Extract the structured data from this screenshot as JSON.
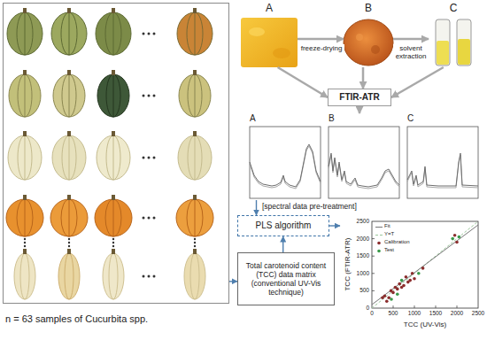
{
  "diagram": {
    "nodes": [
      {
        "text": [
          "n = 63 samples of Cucurbita spp."
        ]
      },
      {
        "text": [
          "A"
        ]
      },
      {
        "text": [
          "B"
        ]
      },
      {
        "text": [
          "C"
        ]
      },
      {
        "text": [
          "FTIR-ATR"
        ]
      },
      {
        "text": [
          "A",
          "B",
          "C"
        ]
      },
      {
        "text": [
          "PLS algorithm"
        ]
      },
      {
        "text": [
          "Total carotenoid content (TCC) data matrix (conventional UV-Vis technique)"
        ]
      },
      {
        "text": [
          "TCC (FTIR-ATR)",
          "TCC (UV-Vis)"
        ]
      }
    ],
    "edges": [
      {
        "from": 1,
        "to": 2,
        "label": "freeze-drying",
        "arrow": "to"
      },
      {
        "from": 2,
        "to": 3,
        "label": "solvent extraction",
        "arrow": "to"
      },
      {
        "from": 1,
        "to": 4,
        "arrow": "to"
      },
      {
        "from": 2,
        "to": 4,
        "arrow": "to"
      },
      {
        "from": 3,
        "to": 4,
        "arrow": "to"
      },
      {
        "from": 4,
        "to": 5,
        "arrow": "to"
      },
      {
        "from": 5,
        "to": 6,
        "label": "[spectral data pre-treatment]",
        "arrow": "to"
      },
      {
        "from": 0,
        "to": 7,
        "arrow": "to"
      },
      {
        "from": 7,
        "to": 6,
        "arrow": "to"
      },
      {
        "from": 6,
        "to": 8,
        "arrow": "to"
      }
    ],
    "labels": [
      "0",
      "500",
      "1000",
      "1500",
      "2000",
      "2500",
      "0",
      "500",
      "1000",
      "1500",
      "2000",
      "2500"
    ],
    "legend": [
      {
        "text": "Fit"
      },
      {
        "text": "Y=T"
      },
      {
        "text": "Calibration"
      },
      {
        "text": "Test"
      }
    ]
  }
}
